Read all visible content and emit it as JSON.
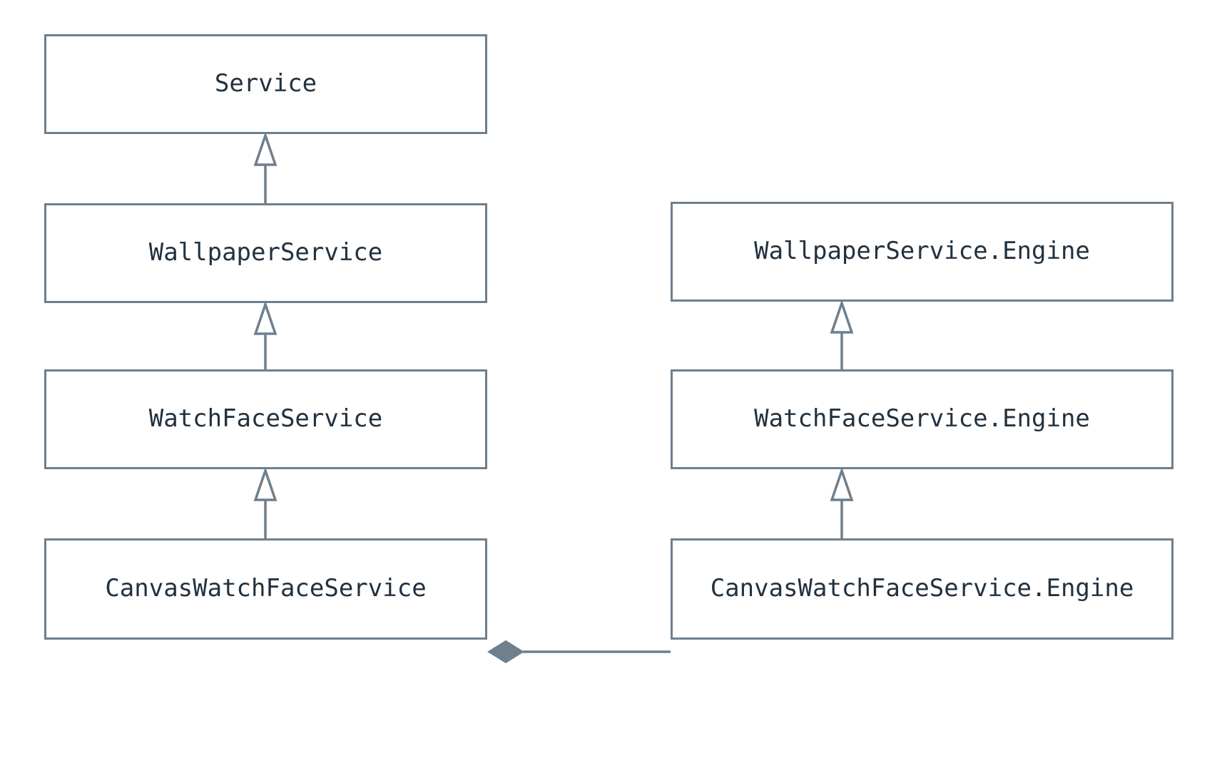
{
  "diagram": {
    "type": "uml-class-diagram",
    "title": "",
    "background_color": "#ffffff",
    "stroke_color": "#6e7f8d",
    "text_color": "#22313f",
    "fill_color": "#ffffff",
    "classes": [
      {
        "id": "service",
        "label": "Service",
        "column": "left",
        "row": 1
      },
      {
        "id": "wallpaperservice",
        "label": "WallpaperService",
        "column": "left",
        "row": 2
      },
      {
        "id": "watchfaceservice",
        "label": "WatchFaceService",
        "column": "left",
        "row": 3
      },
      {
        "id": "canvaswatchfaceservice",
        "label": "CanvasWatchFaceService",
        "column": "left",
        "row": 4
      },
      {
        "id": "wallpaperservice-engine",
        "label": "WallpaperService.Engine",
        "column": "right",
        "row": 2
      },
      {
        "id": "watchfaceservice-engine",
        "label": "WatchFaceService.Engine",
        "column": "right",
        "row": 3
      },
      {
        "id": "canvaswatchfaceservice-engine",
        "label": "CanvasWatchFaceService.Engine",
        "column": "right",
        "row": 4
      }
    ],
    "relationships": [
      {
        "id": "gen-1",
        "kind": "generalization",
        "marker": "hollow-triangle",
        "from": "wallpaperservice",
        "to": "service"
      },
      {
        "id": "gen-2",
        "kind": "generalization",
        "marker": "hollow-triangle",
        "from": "watchfaceservice",
        "to": "wallpaperservice"
      },
      {
        "id": "gen-3",
        "kind": "generalization",
        "marker": "hollow-triangle",
        "from": "canvaswatchfaceservice",
        "to": "watchfaceservice"
      },
      {
        "id": "gen-4",
        "kind": "generalization",
        "marker": "hollow-triangle",
        "from": "watchfaceservice-engine",
        "to": "wallpaperservice-engine"
      },
      {
        "id": "gen-5",
        "kind": "generalization",
        "marker": "hollow-triangle",
        "from": "canvaswatchfaceservice-engine",
        "to": "watchfaceservice-engine"
      },
      {
        "id": "comp-1",
        "kind": "composition",
        "marker": "filled-diamond",
        "from": "canvaswatchfaceservice",
        "to": "canvaswatchfaceservice-engine"
      }
    ]
  }
}
